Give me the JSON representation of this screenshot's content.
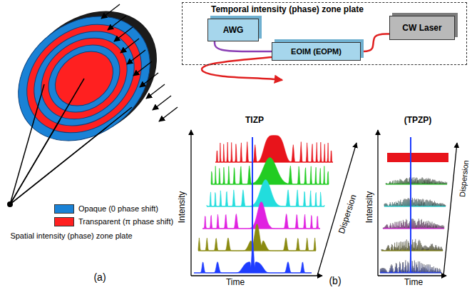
{
  "diagram": {
    "nodes": [
      {
        "text": [
          "Temporal intensity (phase) zone plate"
        ]
      },
      {
        "text": [
          "AWG"
        ],
        "in": 0
      },
      {
        "text": [
          "EOIM (EOPM)"
        ],
        "in": 0
      },
      {
        "text": [
          "CW Laser"
        ],
        "in": 0
      }
    ],
    "edges": [
      {
        "from": 1,
        "to": 2,
        "arrow": "none"
      },
      {
        "from": 3,
        "to": 2,
        "arrow": "none"
      }
    ],
    "labels": [
      "Spatial intensity (phase) zone plate",
      "(a)",
      "TIZP",
      "(TPZP)",
      "Intensity",
      "Time",
      "Dispersion",
      "Intensity",
      "Time",
      "Dispersion",
      "(b)"
    ],
    "legend": [
      {
        "text": "Opaque (0 phase shift)",
        "color": "#1a82d6"
      },
      {
        "text": "Transparent (π phase shift)",
        "color": "#ff2020"
      }
    ]
  }
}
